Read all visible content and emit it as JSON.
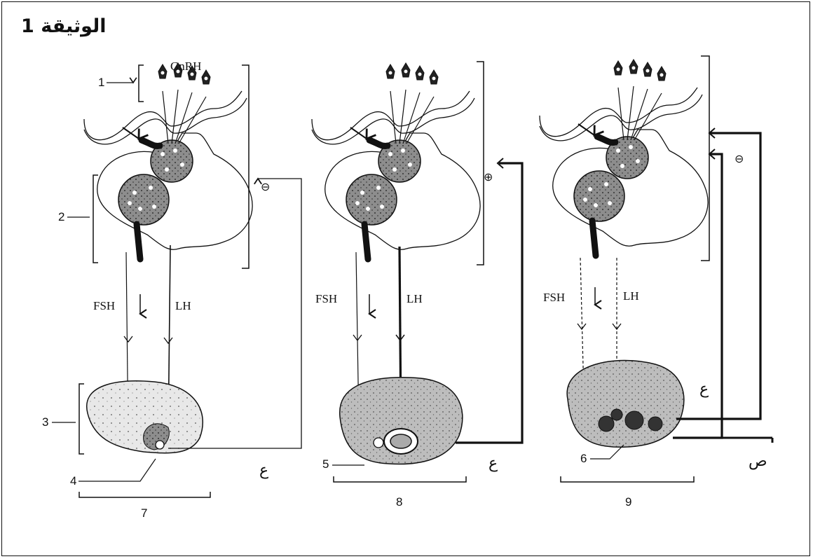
{
  "title": "الوثيقة 1",
  "hormones": {
    "gnrh": "GnRH",
    "fsh": "FSH",
    "lh": "LH"
  },
  "labels": {
    "n1": "1",
    "n2": "2",
    "n3": "3",
    "n4": "4",
    "n5": "5",
    "n6": "6",
    "n7": "7",
    "n8": "8",
    "n9": "9"
  },
  "feedback": {
    "negative": "⊖",
    "positive": "⊕"
  },
  "arabic_letters": {
    "ein": "ع",
    "sad": "ص"
  },
  "panels": [
    {
      "stage_label": "7",
      "feedback_sign": "⊖",
      "letter": "ع"
    },
    {
      "stage_label": "8",
      "feedback_sign": "⊕",
      "letter": "ع"
    },
    {
      "stage_label": "9",
      "feedback_sign": "⊖",
      "letter": "ع / ص"
    }
  ]
}
